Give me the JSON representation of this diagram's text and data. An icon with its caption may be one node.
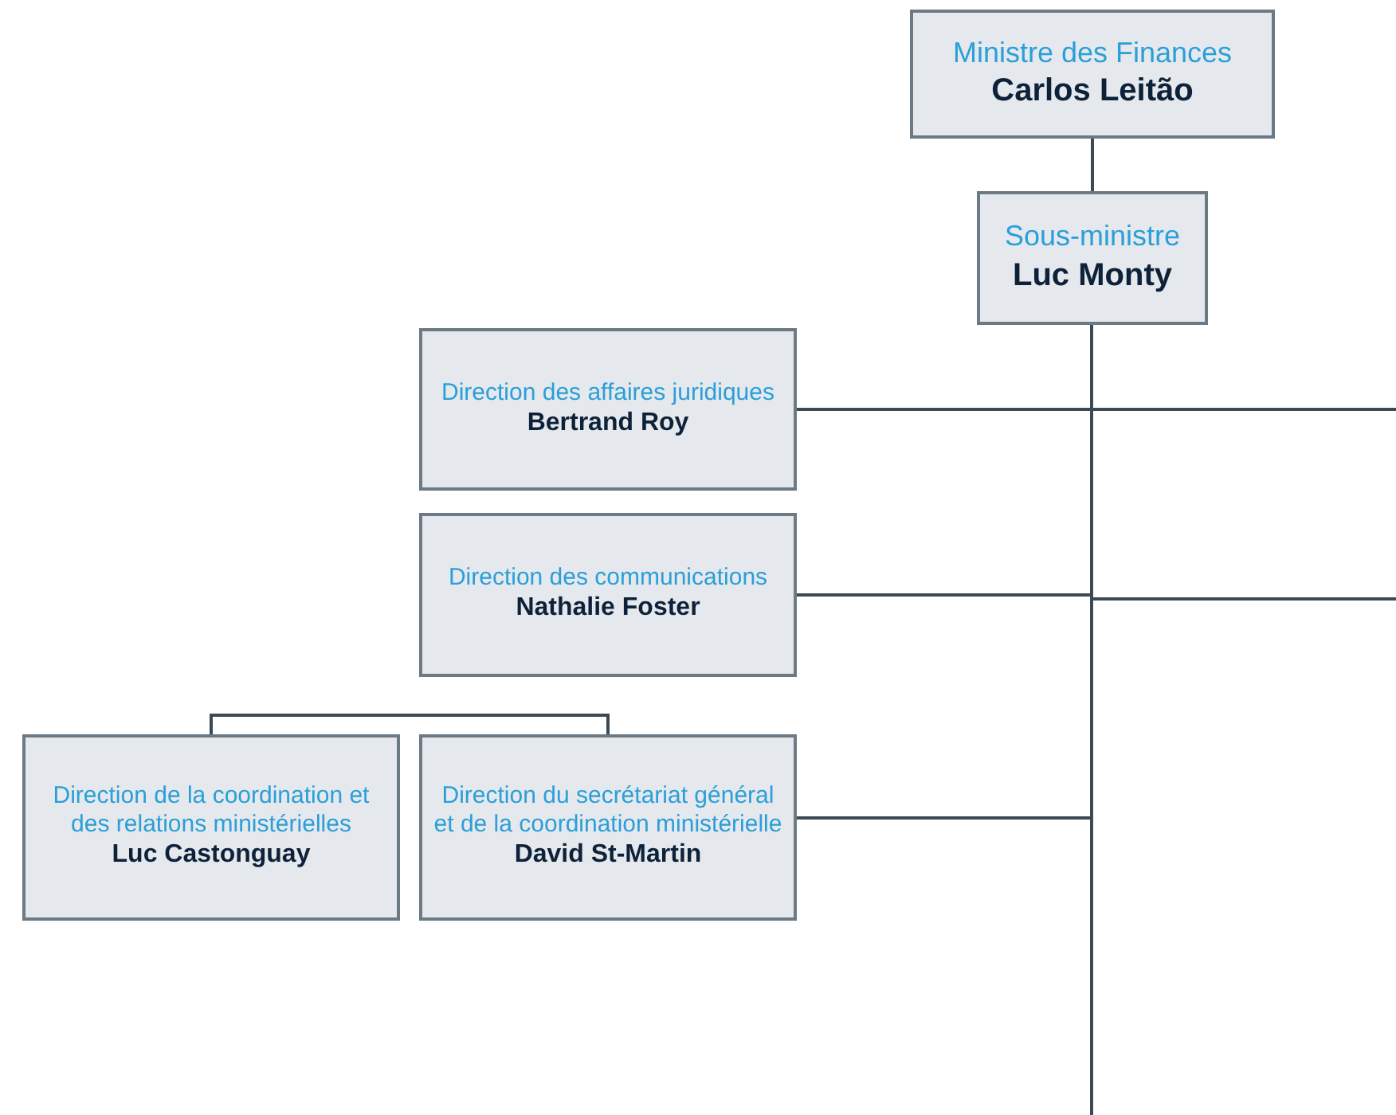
{
  "diagram": {
    "nodes": [
      {
        "text": [
          "Ministre des Finances",
          "Carlos Leitão"
        ]
      },
      {
        "text": [
          "Sous-ministre",
          "Luc Monty"
        ]
      },
      {
        "text": [
          "Direction des affaires juridiques",
          "Bertrand Roy"
        ]
      },
      {
        "text": [
          "Direction des communications",
          "Nathalie Foster"
        ]
      },
      {
        "text": [
          "Direction de la coordination et des relations ministérielles",
          "Luc Castonguay"
        ]
      },
      {
        "text": [
          "Direction du secrétariat général et de la coordination ministérielle",
          "David St-Martin"
        ]
      }
    ],
    "edges": [
      {
        "from": 0,
        "to": 1,
        "arrow": "none"
      },
      {
        "from": 1,
        "to": 2,
        "arrow": "none"
      },
      {
        "from": 1,
        "to": 3,
        "arrow": "none"
      },
      {
        "from": 1,
        "to": 5,
        "arrow": "none"
      },
      {
        "from": 5,
        "to": 4,
        "arrow": "none"
      },
      {
        "from": 1,
        "to": null,
        "arrow": "none"
      },
      {
        "from": 1,
        "to": null,
        "arrow": "none"
      },
      {
        "from": 1,
        "to": null,
        "arrow": "none"
      }
    ]
  }
}
